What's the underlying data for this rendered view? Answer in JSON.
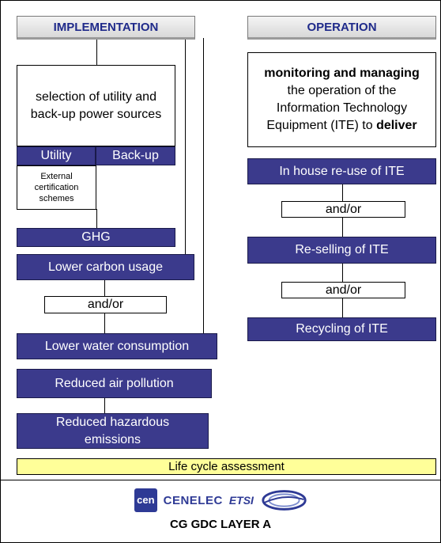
{
  "implementation": {
    "header": "IMPLEMENTATION",
    "selection_box": "selection of utility and back-up power sources",
    "utility": "Utility",
    "backup": "Back-up",
    "certification": "External certification schemes",
    "ghg": "GHG",
    "lower_carbon": "Lower carbon usage",
    "andor": "and/or",
    "lower_water": "Lower water consumption",
    "air_pollution": "Reduced air pollution",
    "hazardous": "Reduced hazardous emissions"
  },
  "operation": {
    "header": "OPERATION",
    "desc_bold1": "monitoring and managing",
    "desc_plain": " the operation of the Information Technology Equipment (ITE) to ",
    "desc_bold2": "deliver",
    "reuse": "In house re-use of ITE",
    "andor1": "and/or",
    "reselling": "Re-selling of ITE",
    "andor2": "and/or",
    "recycling": "Recycling of ITE"
  },
  "lifecycle": "Life cycle assessment",
  "footer": {
    "logo_cen": "cen",
    "logo_cenelec": "CENELEC",
    "logo_etsi": "ETSI",
    "title": "CG GDC LAYER A"
  },
  "colors": {
    "blue_box": "#3b3a8c",
    "header_text": "#1f2a8a",
    "lifecycle_fill": "#ffff99"
  }
}
